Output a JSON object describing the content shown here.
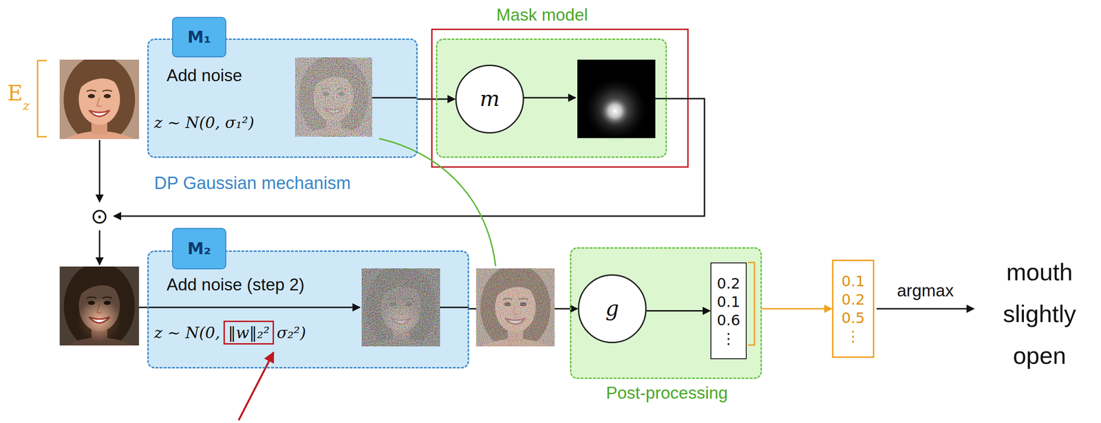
{
  "diagram": {
    "nodes": [
      {
        "text": [
          "Add noise",
          "z ~ N(0, σ₁²)",
          "DP Gaussian mechanism"
        ]
      },
      {
        "text": [
          "M₁"
        ],
        "in": 0
      },
      {
        "text": [
          "Mask model"
        ]
      },
      {
        "text": [
          "m"
        ],
        "in": 2
      },
      {
        "text": [
          "Add noise (step 2)",
          "z ~ N(0,",
          "σ₂²)"
        ]
      },
      {
        "text": [
          "M₂"
        ],
        "in": 4
      },
      {
        "text": [
          "‖w‖₂²"
        ],
        "in": 4
      },
      {
        "text": [
          "Post-processing"
        ]
      },
      {
        "text": [
          "g"
        ],
        "in": 7
      },
      {
        "text": [
          "0.2",
          "0.1",
          "0.6",
          "⋮"
        ],
        "in": 7
      },
      {
        "text": [
          "0.1",
          "0.2",
          "0.5",
          "⋮"
        ]
      }
    ],
    "edges": [
      {
        "from": 0,
        "to": 3,
        "arrow": "to"
      },
      {
        "from": 4,
        "to": 8,
        "arrow": "to"
      },
      {
        "from": 8,
        "to": 9,
        "arrow": "to"
      },
      {
        "from": 7,
        "to": 10,
        "arrow": "to"
      }
    ],
    "labels": [
      "E",
      "z",
      "⊙",
      "argmax",
      "mouth slightly open"
    ]
  }
}
